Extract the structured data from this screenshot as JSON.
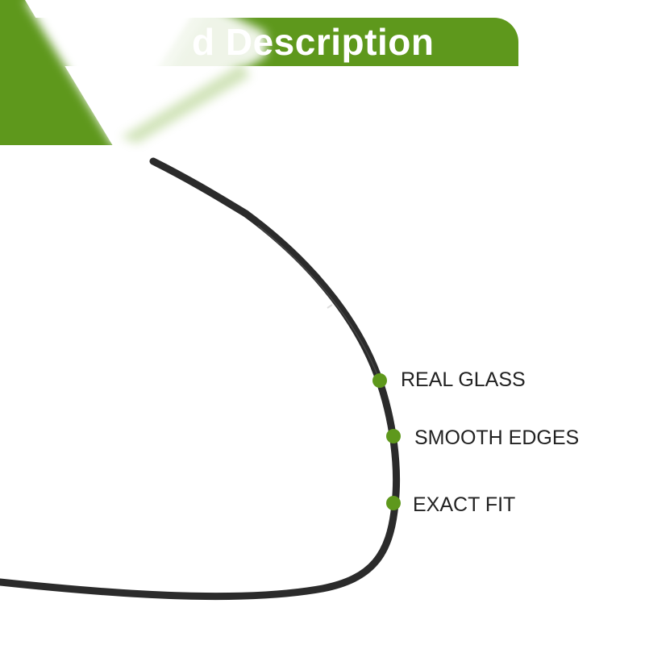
{
  "banner": {
    "title": "d Description"
  },
  "features": [
    {
      "label": "REAL GLASS"
    },
    {
      "label": "SMOOTH EDGES"
    },
    {
      "label": "EXACT FIT"
    }
  ],
  "colors": {
    "accent": "#5e981c",
    "frame": "#2b2b2b",
    "text": "#222222"
  }
}
